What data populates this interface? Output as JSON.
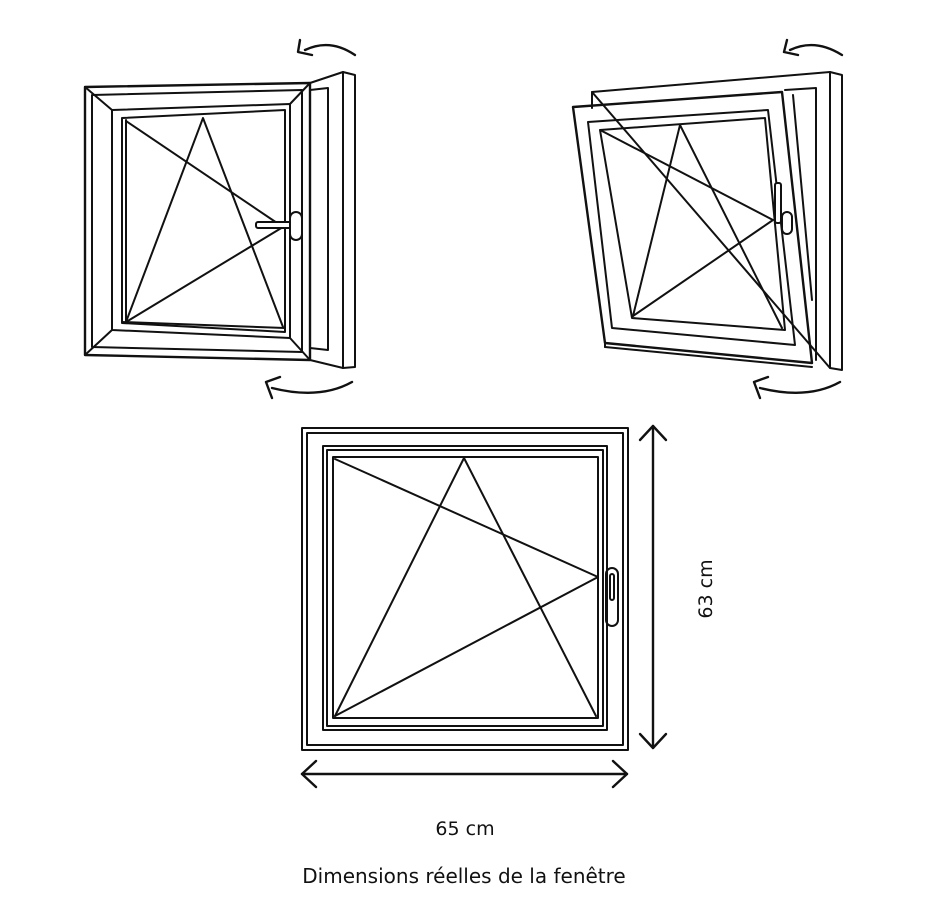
{
  "diagram": {
    "height_label": "63 cm",
    "width_label": "65 cm",
    "caption": "Dimensions réelles de la fenêtre",
    "line_color": "#111111",
    "background_color": "#ffffff"
  }
}
